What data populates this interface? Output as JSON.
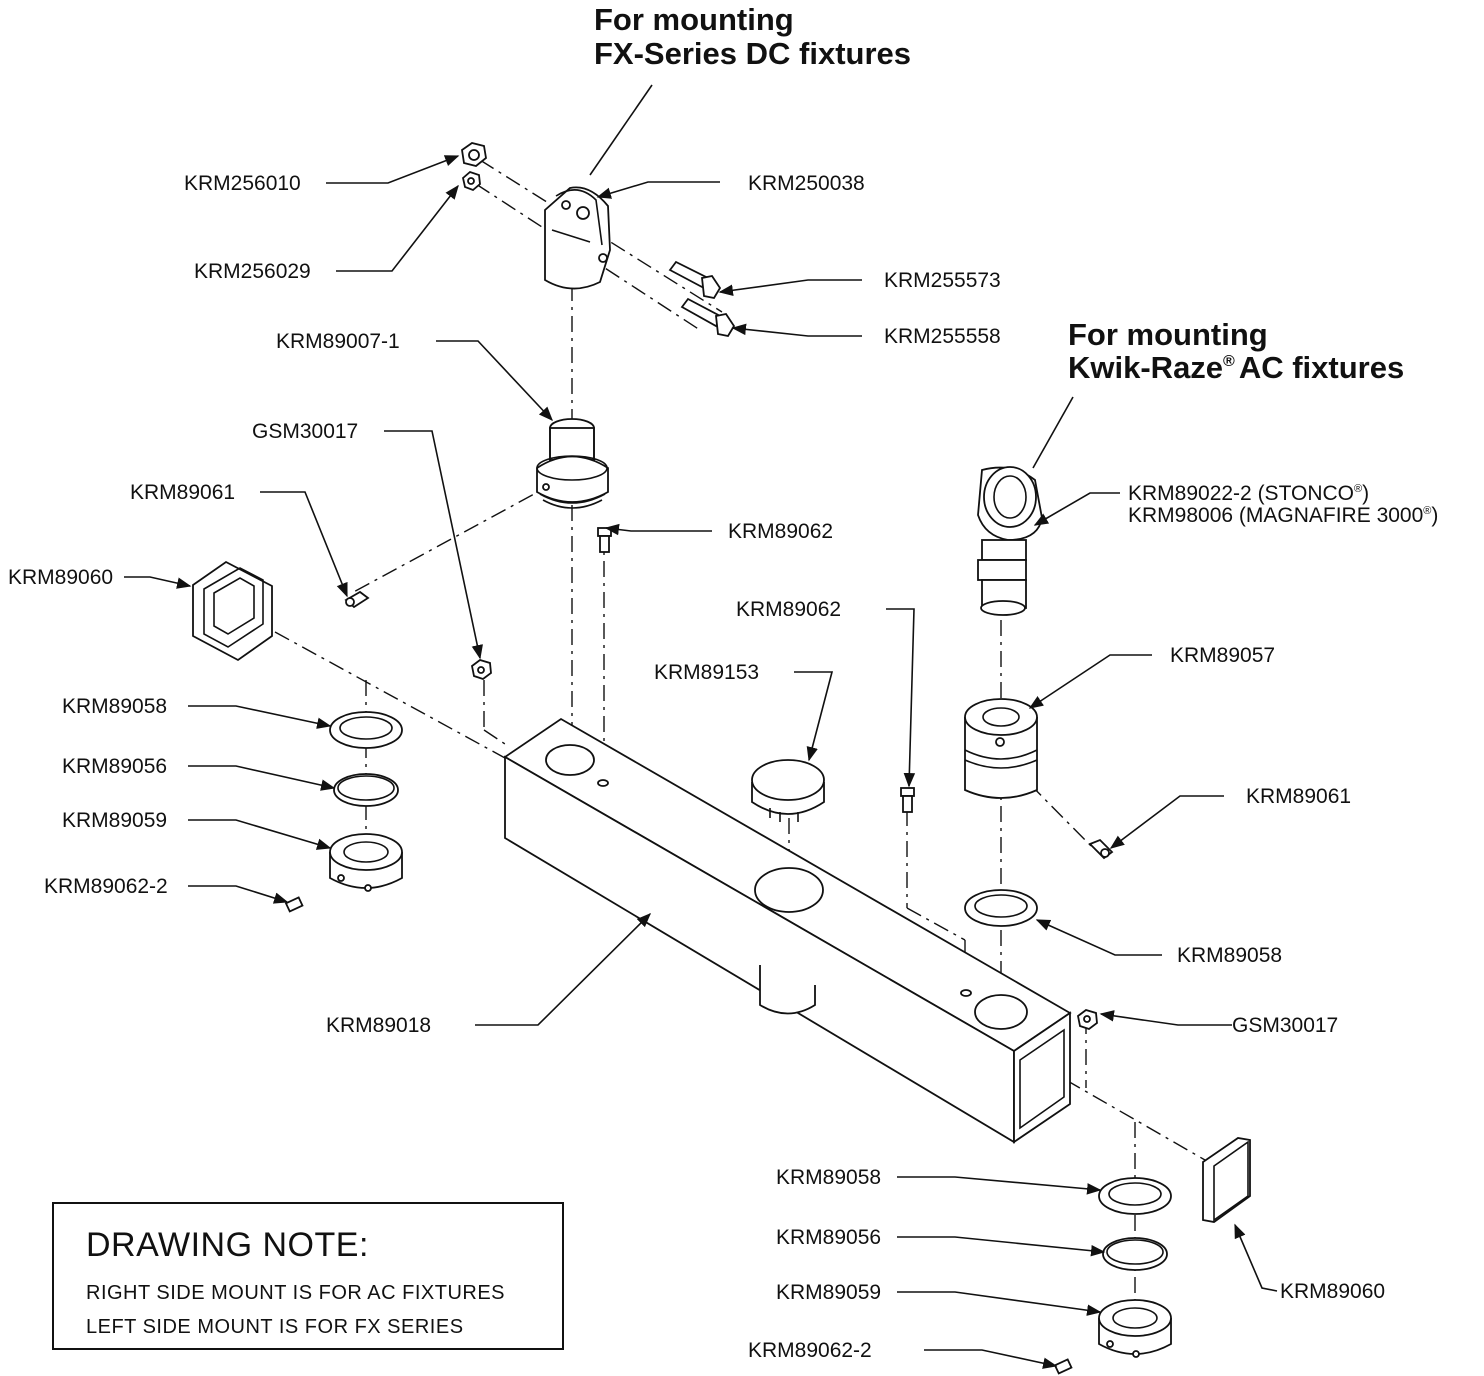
{
  "headings": {
    "fx": [
      "For mounting",
      "FX-Series DC fixtures"
    ],
    "ac": [
      "For mounting",
      "Kwik-Raze",
      "AC fixtures"
    ]
  },
  "labels": {
    "krm256010": "KRM256010",
    "krm250038": "KRM250038",
    "krm256029": "KRM256029",
    "krm255573": "KRM255573",
    "krm255558": "KRM255558",
    "krm89007_1": "KRM89007-1",
    "gsm30017_left": "GSM30017",
    "krm89061_left": "KRM89061",
    "krm89060_left": "KRM89060",
    "krm89062_top": "KRM89062",
    "krm89062_mid": "KRM89062",
    "krm89153": "KRM89153",
    "krm89058_left": "KRM89058",
    "krm89056_left": "KRM89056",
    "krm89059_left": "KRM89059",
    "krm89062_2_left": "KRM89062-2",
    "krm89018": "KRM89018",
    "krm89022_2": "KRM89022-2 (STONCO",
    "krm98006": "KRM98006 (MAGNAFIRE 3000",
    "krm89057": "KRM89057",
    "krm89061_right": "KRM89061",
    "krm89058_right": "KRM89058",
    "gsm30017_right": "GSM30017",
    "krm89058_bottom": "KRM89058",
    "krm89056_bottom": "KRM89056",
    "krm89059_bottom": "KRM89059",
    "krm89062_2_bottom": "KRM89062-2",
    "krm89060_right": "KRM89060"
  },
  "trademark_symbol": "®",
  "close_paren": ")",
  "note": {
    "title": "DRAWING NOTE:",
    "lines": [
      "RIGHT SIDE MOUNT IS FOR AC FIXTURES",
      "LEFT SIDE MOUNT IS FOR FX SERIES"
    ]
  }
}
